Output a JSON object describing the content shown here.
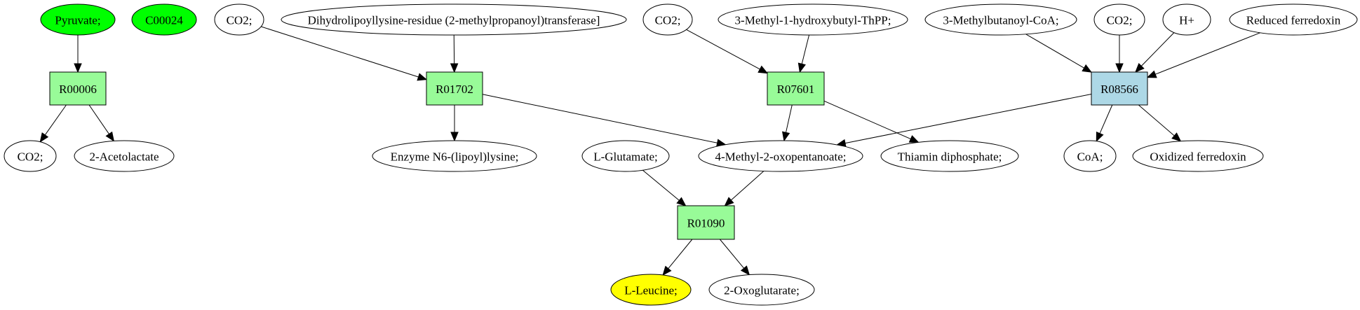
{
  "title": "Reaction network",
  "colors": {
    "compound_start": "#00ff00",
    "compound_target": "#ffff00",
    "compound_default": "#ffffff",
    "reaction_default": "#98fb98",
    "reaction_highlight": "#add8e6"
  },
  "nodes": [
    {
      "id": "pyruvate",
      "label": "Pyruvate;",
      "kind": "compound",
      "role": "start"
    },
    {
      "id": "c00024",
      "label": "C00024",
      "kind": "compound",
      "role": "start"
    },
    {
      "id": "co2_a",
      "label": "CO2;",
      "kind": "compound",
      "role": "default"
    },
    {
      "id": "dihydro",
      "label": "Dihydrolipoyllysine-residue (2-methylpropanoyl)transferase]",
      "kind": "compound",
      "role": "default"
    },
    {
      "id": "co2_b",
      "label": "CO2;",
      "kind": "compound",
      "role": "default"
    },
    {
      "id": "mhbthpp",
      "label": "3-Methyl-1-hydroxybutyl-ThPP;",
      "kind": "compound",
      "role": "default"
    },
    {
      "id": "mbcoa",
      "label": "3-Methylbutanoyl-CoA;",
      "kind": "compound",
      "role": "default"
    },
    {
      "id": "co2_c",
      "label": "CO2;",
      "kind": "compound",
      "role": "default"
    },
    {
      "id": "hplus",
      "label": "H+",
      "kind": "compound",
      "role": "default"
    },
    {
      "id": "redfd",
      "label": "Reduced ferredoxin",
      "kind": "compound",
      "role": "default"
    },
    {
      "id": "R00006",
      "label": "R00006",
      "kind": "reaction",
      "role": "default"
    },
    {
      "id": "R01702",
      "label": "R01702",
      "kind": "reaction",
      "role": "default"
    },
    {
      "id": "R07601",
      "label": "R07601",
      "kind": "reaction",
      "role": "default"
    },
    {
      "id": "R08566",
      "label": "R08566",
      "kind": "reaction",
      "role": "highlight"
    },
    {
      "id": "co2_d",
      "label": "CO2;",
      "kind": "compound",
      "role": "default"
    },
    {
      "id": "acetolactate",
      "label": "2-Acetolactate",
      "kind": "compound",
      "role": "default"
    },
    {
      "id": "enzn6",
      "label": "Enzyme N6-(lipoyl)lysine;",
      "kind": "compound",
      "role": "default"
    },
    {
      "id": "glutamate",
      "label": "L-Glutamate;",
      "kind": "compound",
      "role": "default"
    },
    {
      "id": "mop",
      "label": "4-Methyl-2-oxopentanoate;",
      "kind": "compound",
      "role": "default"
    },
    {
      "id": "thiamin",
      "label": "Thiamin diphosphate;",
      "kind": "compound",
      "role": "default"
    },
    {
      "id": "coa",
      "label": "CoA;",
      "kind": "compound",
      "role": "default"
    },
    {
      "id": "oxfd",
      "label": "Oxidized ferredoxin",
      "kind": "compound",
      "role": "default"
    },
    {
      "id": "R01090",
      "label": "R01090",
      "kind": "reaction",
      "role": "default"
    },
    {
      "id": "leucine",
      "label": "L-Leucine;",
      "kind": "compound",
      "role": "target"
    },
    {
      "id": "oxoglutarate",
      "label": "2-Oxoglutarate;",
      "kind": "compound",
      "role": "default"
    }
  ],
  "edges": [
    {
      "from": "pyruvate",
      "to": "R00006"
    },
    {
      "from": "R00006",
      "to": "co2_d"
    },
    {
      "from": "R00006",
      "to": "acetolactate"
    },
    {
      "from": "co2_a",
      "to": "R01702"
    },
    {
      "from": "dihydro",
      "to": "R01702"
    },
    {
      "from": "R01702",
      "to": "enzn6"
    },
    {
      "from": "R01702",
      "to": "mop"
    },
    {
      "from": "co2_b",
      "to": "R07601"
    },
    {
      "from": "mhbthpp",
      "to": "R07601"
    },
    {
      "from": "R07601",
      "to": "mop"
    },
    {
      "from": "R07601",
      "to": "thiamin"
    },
    {
      "from": "mbcoa",
      "to": "R08566"
    },
    {
      "from": "co2_c",
      "to": "R08566"
    },
    {
      "from": "hplus",
      "to": "R08566"
    },
    {
      "from": "redfd",
      "to": "R08566"
    },
    {
      "from": "R08566",
      "to": "mop"
    },
    {
      "from": "R08566",
      "to": "coa"
    },
    {
      "from": "R08566",
      "to": "oxfd"
    },
    {
      "from": "glutamate",
      "to": "R01090"
    },
    {
      "from": "mop",
      "to": "R01090"
    },
    {
      "from": "R01090",
      "to": "leucine"
    },
    {
      "from": "R01090",
      "to": "oxoglutarate"
    }
  ]
}
